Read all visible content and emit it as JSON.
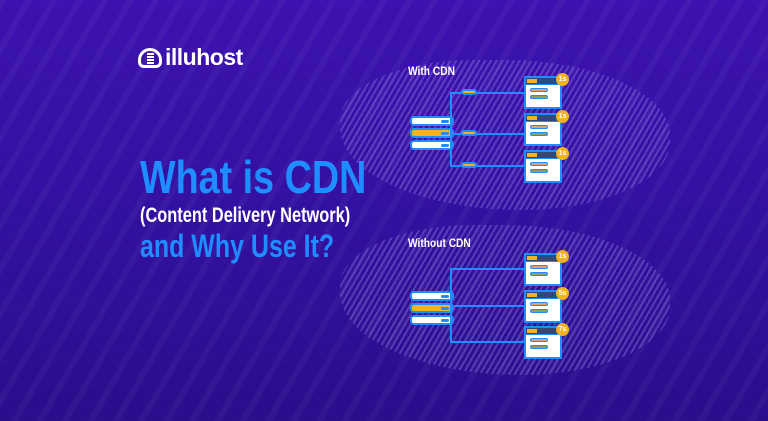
{
  "logo": {
    "text": "illuhost"
  },
  "title": {
    "line1": "What is CDN",
    "line2": "(Content Delivery Network)",
    "line3": "and Why Use It?"
  },
  "with_cdn": {
    "label": "With CDN",
    "times": [
      "1s",
      "1s",
      "1s"
    ]
  },
  "without_cdn": {
    "label": "Without CDN",
    "times": [
      "1s",
      "5s",
      "7s"
    ]
  },
  "colors": {
    "accent": "#1f8cff",
    "highlight": "#f4b21c",
    "background": "#3311a0"
  }
}
